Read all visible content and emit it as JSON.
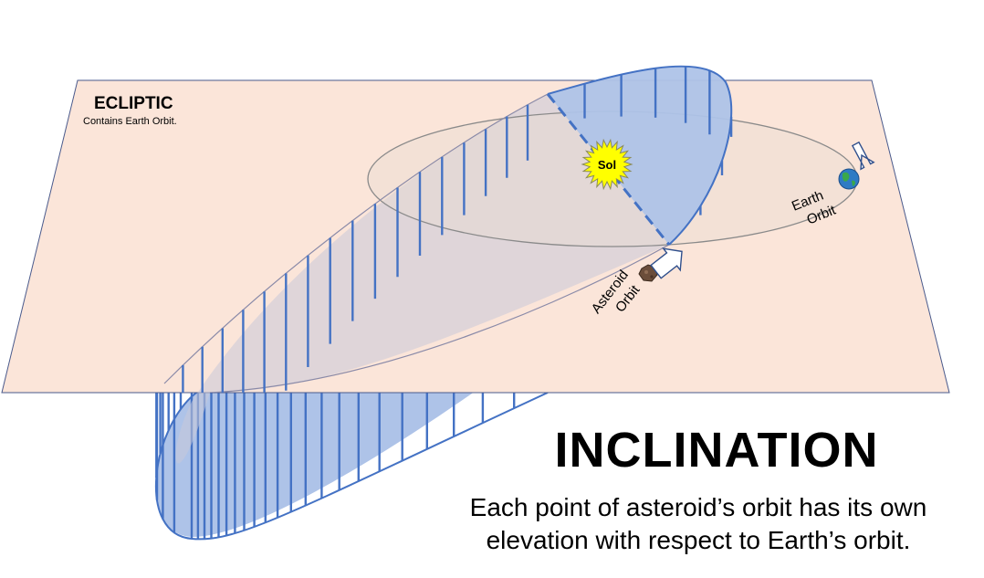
{
  "plane": {
    "title": "ECLIPTIC",
    "subtitle": "Contains Earth Orbit."
  },
  "sun": {
    "label": "Sol",
    "color": "#ffff00"
  },
  "earth_orbit": {
    "label_line1": "Earth",
    "label_line2": "Orbit"
  },
  "asteroid_orbit": {
    "label_line1": "Asteroid",
    "label_line2": "Orbit"
  },
  "heading": "INCLINATION",
  "caption_line1": "Each point of asteroid’s orbit has its own",
  "caption_line2": "elevation with respect to Earth’s orbit.",
  "colors": {
    "plane_fill": "#fbe3d6",
    "plane_edge": "#4a5a8c",
    "orbit_fill": "#aec3e8",
    "orbit_edge": "#4472c4",
    "earth_orbit_edge": "#8a8a8a"
  },
  "icons": [
    "sun-icon",
    "earth-icon",
    "asteroid-icon",
    "direction-arrow-icon"
  ]
}
